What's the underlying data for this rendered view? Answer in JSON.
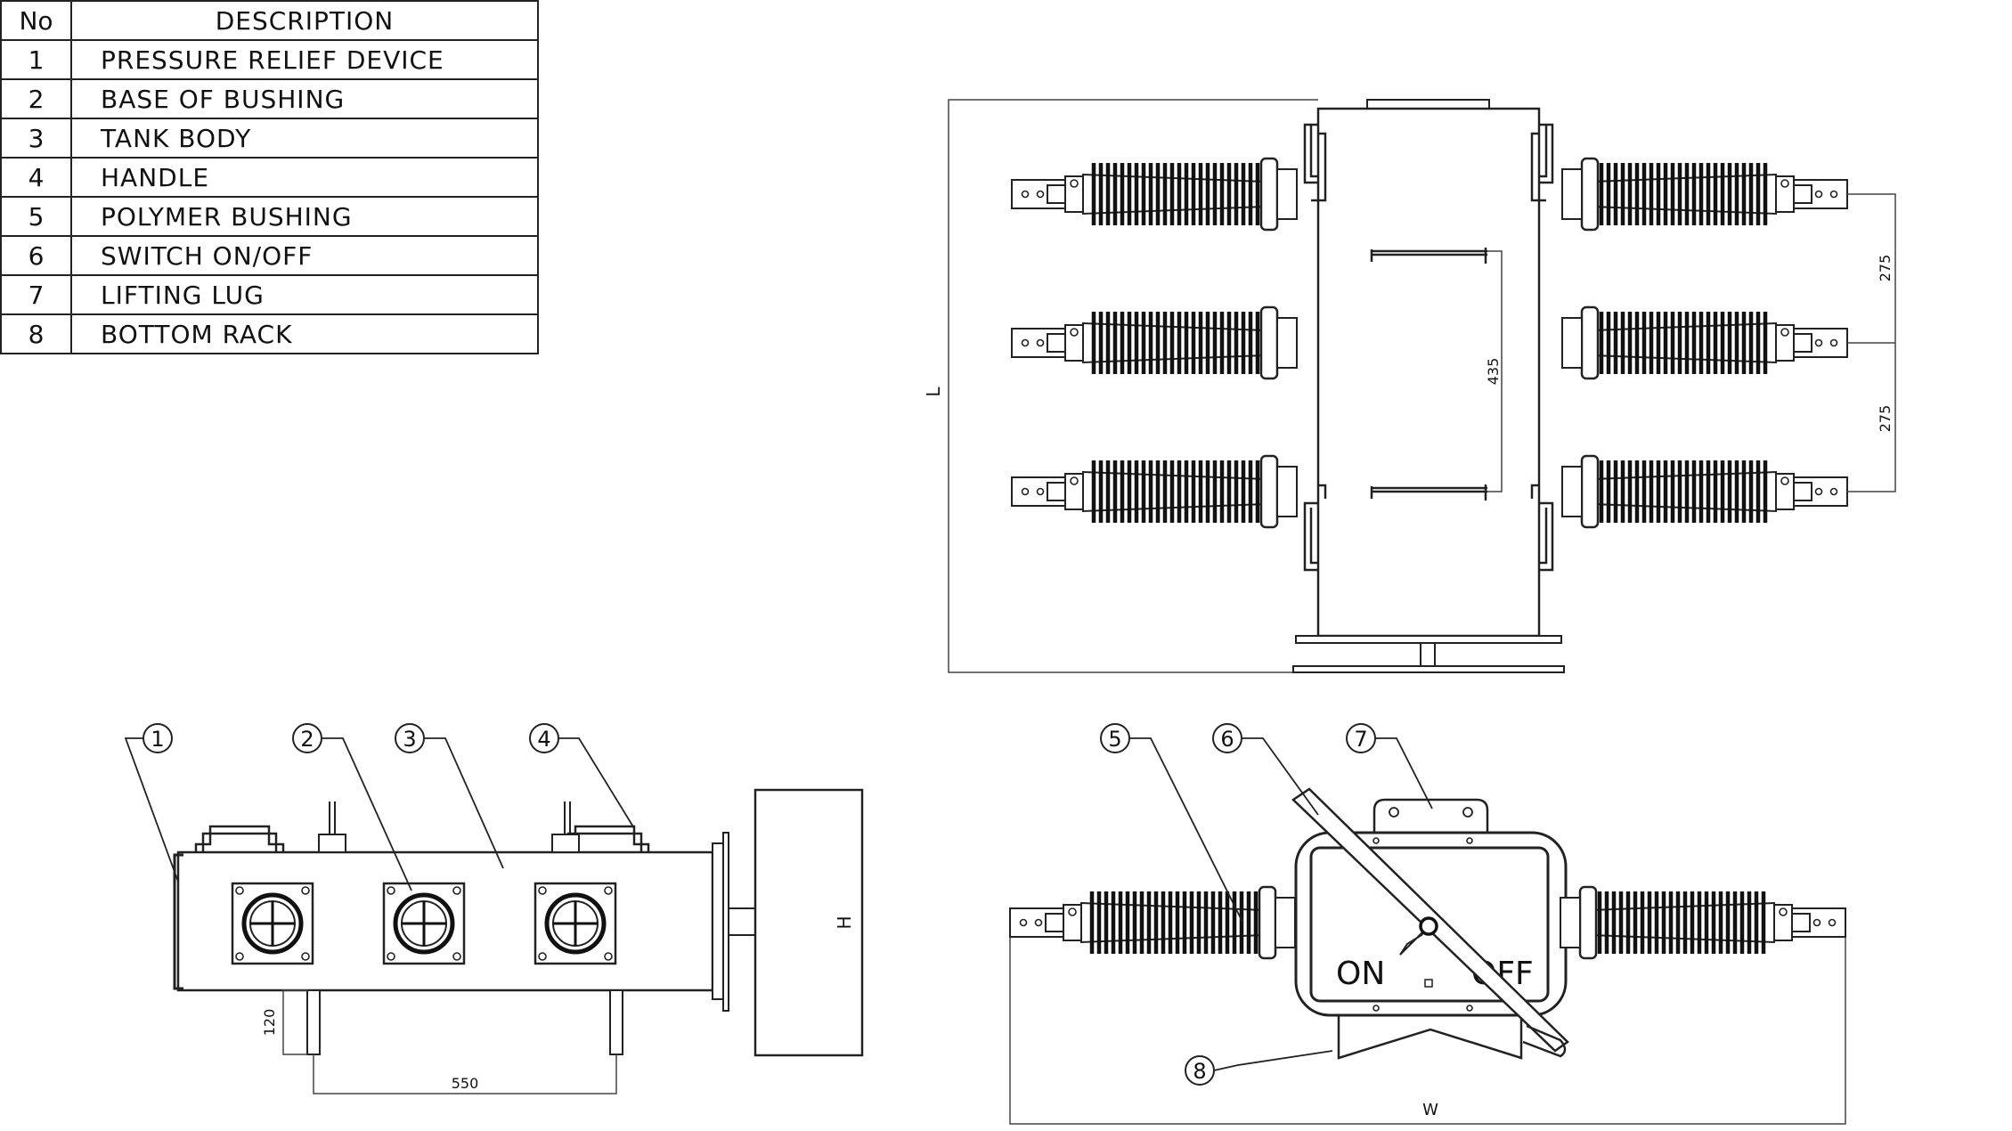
{
  "legend": {
    "header_no": "No",
    "header_desc": "DESCRIPTION",
    "rows": [
      {
        "no": "1",
        "desc": "PRESSURE RELIEF DEVICE"
      },
      {
        "no": "2",
        "desc": "BASE OF BUSHING"
      },
      {
        "no": "3",
        "desc": "TANK BODY"
      },
      {
        "no": "4",
        "desc": "HANDLE"
      },
      {
        "no": "5",
        "desc": "POLYMER BUSHING"
      },
      {
        "no": "6",
        "desc": "SWITCH ON/OFF"
      },
      {
        "no": "7",
        "desc": "LIFTING LUG"
      },
      {
        "no": "8",
        "desc": "BOTTOM RACK"
      }
    ]
  },
  "top_view": {
    "dim_l": "L",
    "dim_pitch": "275",
    "dim_pitch_2": "275",
    "dim_rod": "435"
  },
  "side_view": {
    "dim_h": "H",
    "dim_leg": "120",
    "dim_span": "550",
    "callouts": [
      "1",
      "2",
      "3",
      "4"
    ]
  },
  "front_view": {
    "dim_w": "W",
    "on_label": "ON",
    "off_label": "OFF",
    "callouts": [
      "5",
      "6",
      "7",
      "8"
    ]
  }
}
